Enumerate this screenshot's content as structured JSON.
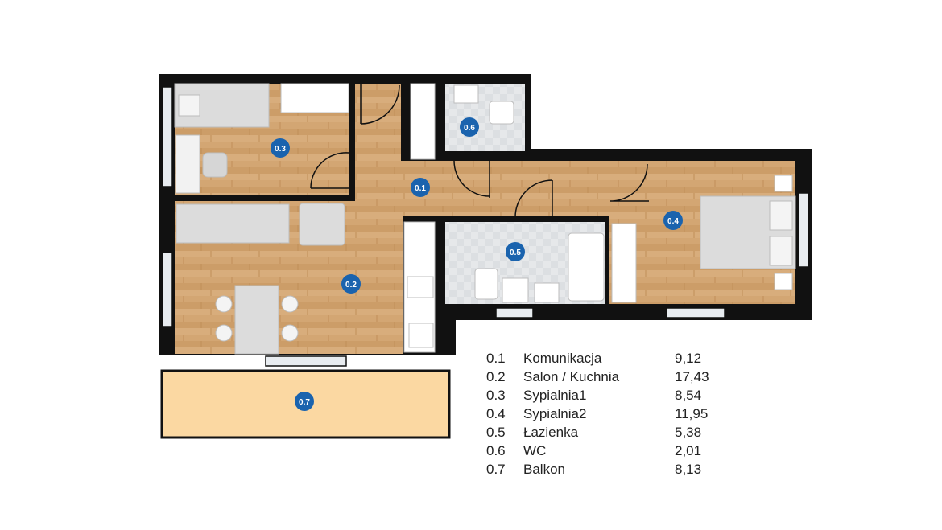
{
  "colors": {
    "wall": "#111111",
    "wood": "#d3a673",
    "wood_stripe": "#c4935e",
    "tile": "#e3e5e7",
    "balcony": "#fbd8a2",
    "badge": "#1a63ae",
    "furniture": "#d6d6d6",
    "window_glass": "#e8ecf0"
  },
  "rooms": [
    {
      "code": "0.1",
      "name": "Komunikacja",
      "area": "9,12"
    },
    {
      "code": "0.2",
      "name": "Salon / Kuchnia",
      "area": "17,43"
    },
    {
      "code": "0.3",
      "name": "Sypialnia1",
      "area": "8,54"
    },
    {
      "code": "0.4",
      "name": "Sypialnia2",
      "area": "11,95"
    },
    {
      "code": "0.5",
      "name": "Łazienka",
      "area": "5,38"
    },
    {
      "code": "0.6",
      "name": "WC",
      "area": "2,01"
    },
    {
      "code": "0.7",
      "name": "Balkon",
      "area": "8,13"
    }
  ]
}
